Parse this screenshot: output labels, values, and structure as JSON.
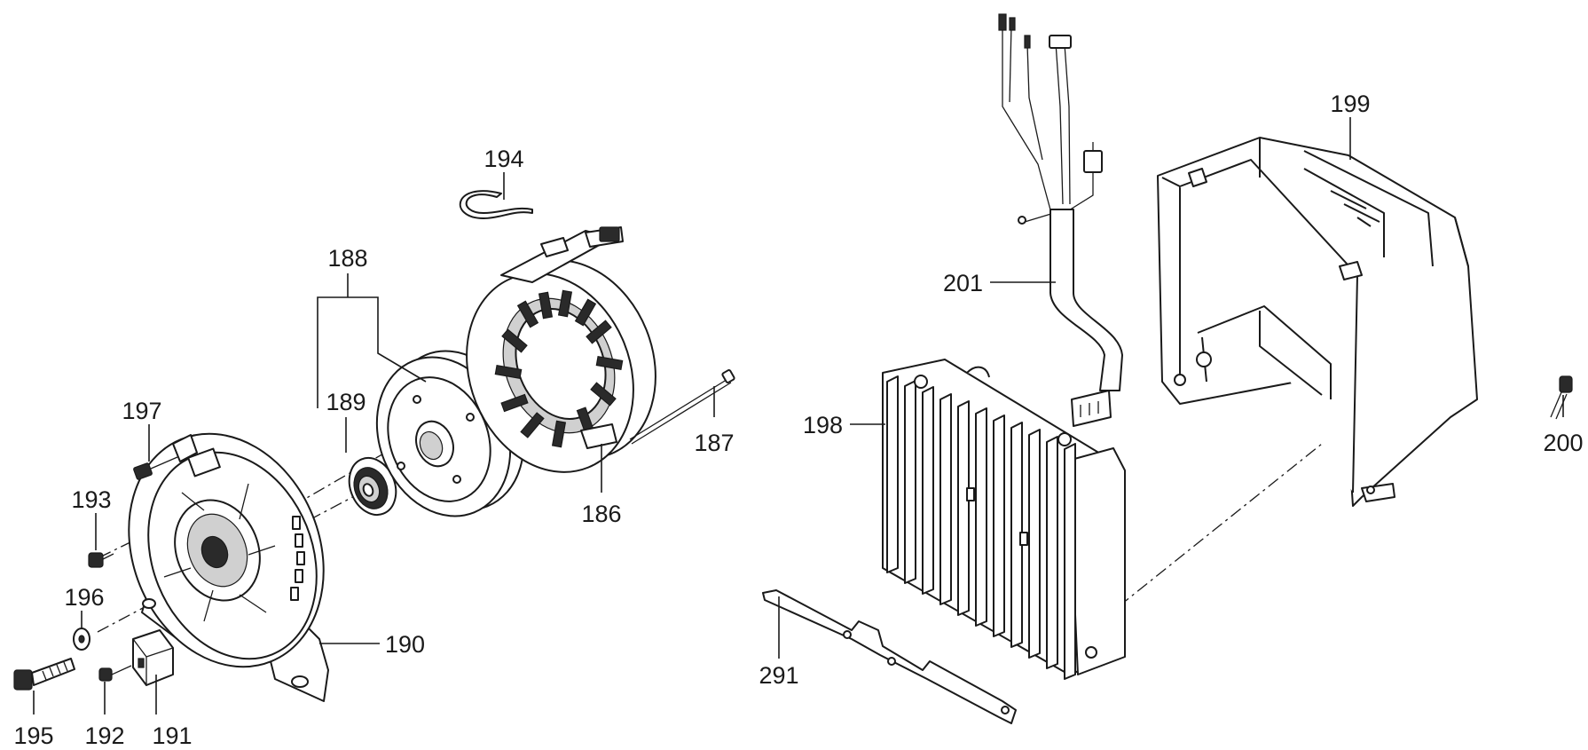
{
  "labels": {
    "p186": "186",
    "p187": "187",
    "p188": "188",
    "p189": "189",
    "p190": "190",
    "p191": "191",
    "p192": "192",
    "p193": "193",
    "p194": "194",
    "p195": "195",
    "p196": "196",
    "p197": "197",
    "p198": "198",
    "p199": "199",
    "p200": "200",
    "p201": "201",
    "p291": "291"
  }
}
